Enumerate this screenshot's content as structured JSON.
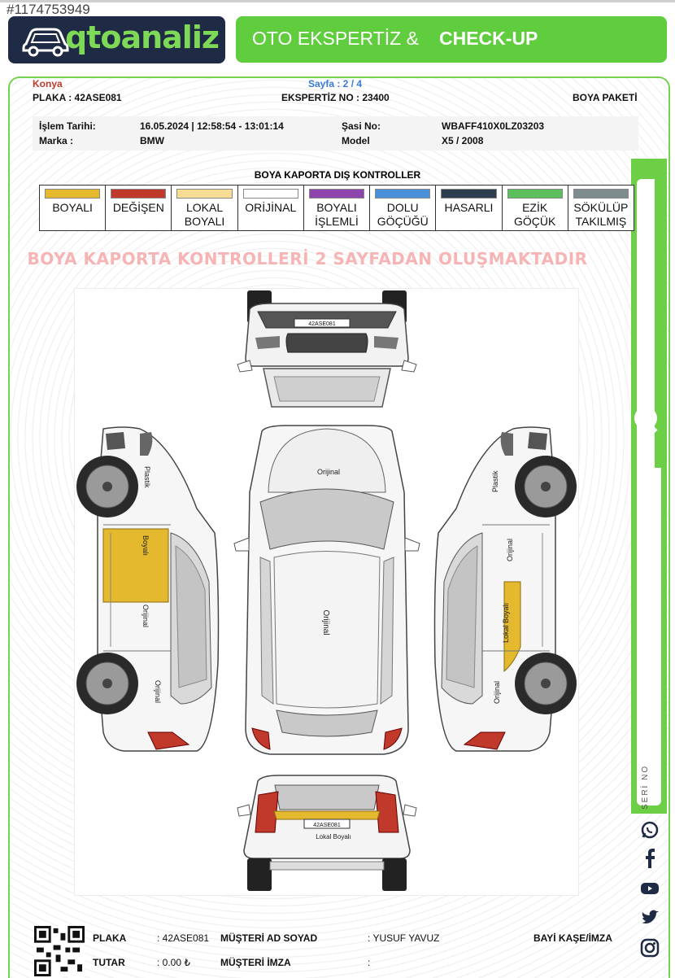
{
  "stock_id": "#1174753949",
  "header": {
    "logo_text": "qtoanaliz",
    "title_normal": "OTO EKSPERTİZ &",
    "title_bold": "CHECK-UP"
  },
  "report": {
    "city": "Konya",
    "page": "Sayfa : 2 / 4",
    "plate": "PLAKA : 42ASE081",
    "expertise_no": "EKSPERTİZ NO : 23400",
    "package": "BOYA PAKETİ",
    "process_date_label": "İşlem Tarihi:",
    "process_date_value": "16.05.2024 | 12:58:54 - 13:01:14",
    "chassis_label": "Şasi No:",
    "chassis_value": "WBAFF410X0LZ03203",
    "brand_label": "Marka :",
    "brand_value": "BMW",
    "model_label": "Model",
    "model_value": "X5 / 2008"
  },
  "legend": {
    "title": "BOYA KAPORTA DIŞ KONTROLLER",
    "items": [
      {
        "label": "BOYALI",
        "color": "#e5b92e"
      },
      {
        "label": "DEĞİŞEN",
        "color": "#c0392b"
      },
      {
        "label": "LOKAL\nBOYALI",
        "color": "#f7dc93"
      },
      {
        "label": "ORİJİNAL",
        "color": "#ffffff"
      },
      {
        "label": "BOYALI\nİŞLEMLİ",
        "color": "#8e44ad"
      },
      {
        "label": "DOLU\nGÖÇÜĞÜ",
        "color": "#4a90d9"
      },
      {
        "label": "HASARLI",
        "color": "#2c3e50"
      },
      {
        "label": "EZİK\nGÖÇÜK",
        "color": "#5bbf5b"
      },
      {
        "label": "SÖKÜLÜP\nTAKILMIŞ",
        "color": "#7f8c8d"
      }
    ]
  },
  "warning": "BOYA KAPORTA KONTROLLERİ 2 SAYFADAN OLUŞMAKTADIR",
  "diagram": {
    "front_plate": "42ASE081",
    "rear_plate": "42ASE081",
    "hood": "Orijinal",
    "roof": "Orijinal",
    "rear_label": "Lokal Boyalı",
    "left_fender": "Plastik",
    "left_front_door": "Boyalı",
    "left_rear_door": "Orijinal",
    "left_rear_fender": "Orijinal",
    "right_fender": "Plastik",
    "right_front_door": "Orijinal",
    "right_rear_door": "Lokal Boyalı",
    "right_rear_fender": "Orijinal"
  },
  "side": {
    "seri_no": "SERİ NO"
  },
  "footer": {
    "plate_label": "PLAKA",
    "plate_value": ": 42ASE081",
    "amount_label": "TUTAR",
    "amount_value": ": 0.00 ₺",
    "customer_label": "MÜŞTERİ AD SOYAD",
    "customer_value": ": YUSUF YAVUZ",
    "signature_label": "MÜŞTERİ İMZA",
    "signature_value": ":",
    "dealer_label": "BAYİ KAŞE/İMZA"
  }
}
